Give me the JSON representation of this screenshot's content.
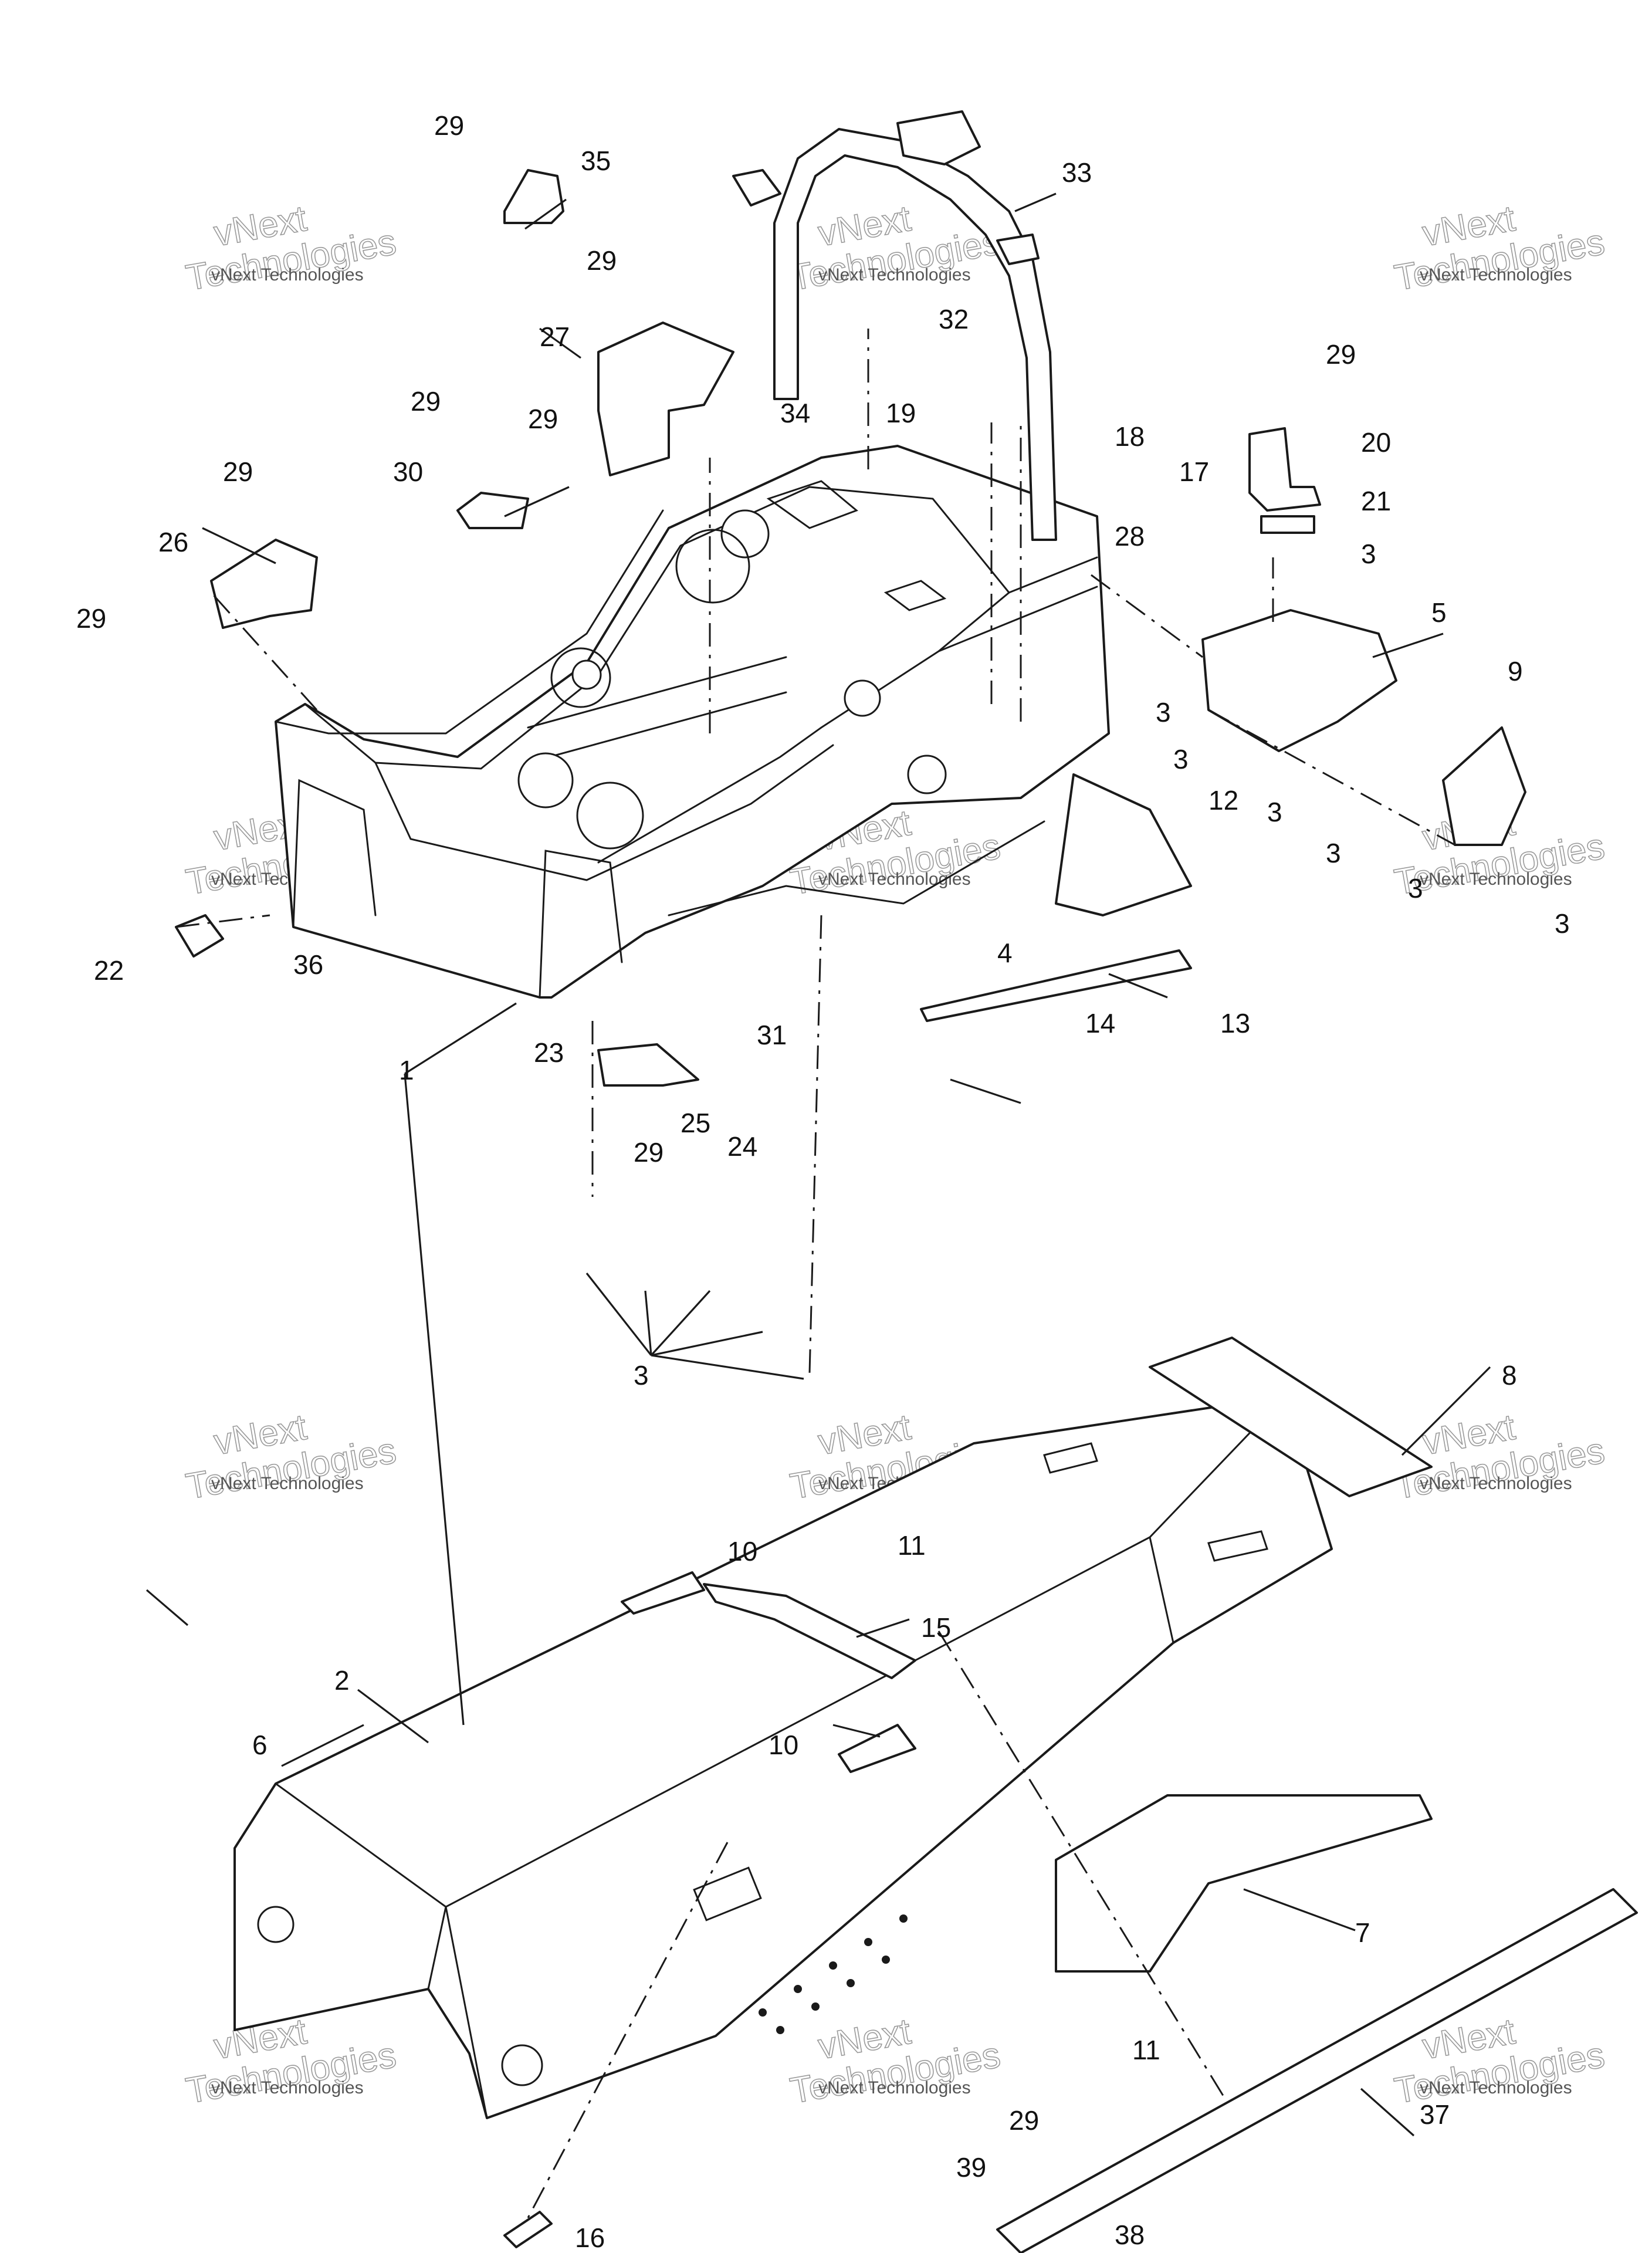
{
  "watermark": {
    "line1": "vNext",
    "line2": "Technologies",
    "small": "vNext Technologies"
  },
  "callouts": {
    "c1": "1",
    "c2": "2",
    "c3": "3",
    "c4": "4",
    "c5": "5",
    "c6": "6",
    "c7": "7",
    "c8": "8",
    "c9": "9",
    "c10": "10",
    "c11": "11",
    "c12": "12",
    "c13": "13",
    "c14": "14",
    "c15": "15",
    "c16": "16",
    "c17": "17",
    "c18": "18",
    "c19": "19",
    "c20": "20",
    "c21": "21",
    "c22": "22",
    "c23": "23",
    "c24": "24",
    "c25": "25",
    "c26": "26",
    "c27": "27",
    "c28": "28",
    "c29": "29",
    "c30": "30",
    "c31": "31",
    "c32": "32",
    "c33": "33",
    "c34": "34",
    "c35": "35",
    "c36": "36",
    "c37": "37",
    "c38": "38",
    "c39": "39"
  }
}
